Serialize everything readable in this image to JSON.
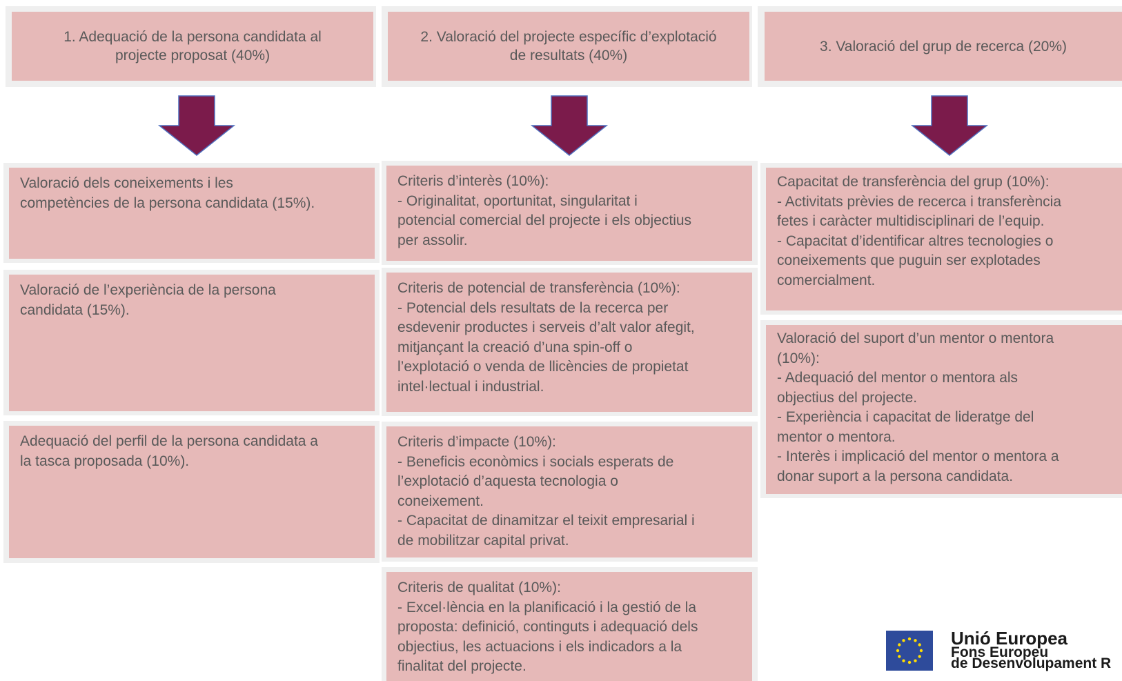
{
  "columns": [
    {
      "header": [
        "1. Adequació de la persona candidata al",
        "projecte proposat (40%)"
      ],
      "boxes": [
        [
          "Valoració dels coneixements i les",
          "competències de la persona candidata (15%)."
        ],
        [
          "Valoració de l’experiència de la persona",
          "candidata (15%)."
        ],
        [
          "Adequació del perfil de la persona candidata a",
          "la tasca proposada (10%)."
        ]
      ]
    },
    {
      "header": [
        "2. Valoració del projecte específic d’explotació",
        "de resultats (40%)"
      ],
      "boxes": [
        [
          "Criteris d’interès (10%):",
          "- Originalitat, oportunitat, singularitat i",
          "potencial comercial del projecte i els objectius",
          "per assolir."
        ],
        [
          "Criteris de potencial de transferència (10%):",
          "- Potencial dels resultats de la recerca per",
          "esdevenir productes i serveis d’alt valor afegit,",
          "mitjançant la creació d’una spin-off o",
          "l’explotació o venda de llicències de propietat",
          "intel·lectual i industrial."
        ],
        [
          "Criteris d’impacte (10%):",
          "- Beneficis econòmics i socials esperats de",
          "l’explotació d’aquesta tecnologia o",
          "coneixement.",
          "- Capacitat de dinamitzar el teixit empresarial i",
          "de mobilitzar capital privat."
        ],
        [
          "Criteris de qualitat (10%):",
          "- Excel·lència en la planificació i la gestió de la",
          "proposta: definició, continguts i adequació dels",
          "objectius, les actuacions i els indicadors a la",
          "finalitat del projecte."
        ]
      ]
    },
    {
      "header": [
        "3. Valoració del grup de recerca (20%)"
      ],
      "boxes": [
        [
          "Capacitat de transferència del grup (10%):",
          "- Activitats prèvies de recerca i transferència",
          "fetes i caràcter multidisciplinari de l’equip.",
          "- Capacitat d’identificar altres tecnologies o",
          "coneixements que puguin ser explotades",
          "comercialment."
        ],
        [
          "Valoració del suport d’un mentor o mentora",
          "(10%):",
          "- Adequació del mentor o mentora als",
          "objectius del projecte.",
          "- Experiència i capacitat de lideratge del",
          "mentor o mentora.",
          "- Interès i implicació del mentor o mentora a",
          "donar suport a la persona candidata."
        ]
      ]
    }
  ],
  "logo": {
    "title": "Unió Europea",
    "subtitle_1": "Fons Europeu",
    "subtitle_2": "de Desenvolupament R"
  },
  "colors": {
    "box_fill": "#e6b9b8",
    "frame": "#efefef",
    "arrow": "#7b1b4b",
    "arrow_outline": "#4f6fbf",
    "text": "#595959",
    "eu_blue": "#2e4b9b",
    "eu_star": "#ffdd00"
  }
}
